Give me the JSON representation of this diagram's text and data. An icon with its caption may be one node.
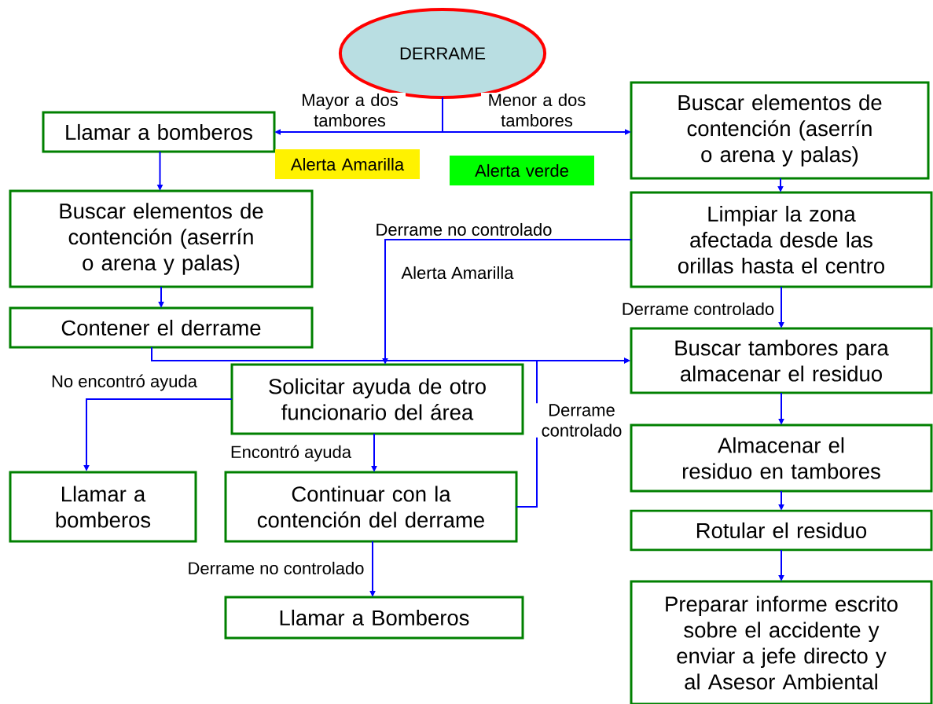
{
  "diagram": {
    "nodes": [
      {
        "text": [
          "DERRAME"
        ]
      },
      {
        "text": [
          "Llamar a bomberos"
        ]
      },
      {
        "text": [
          "Buscar elementos de contención (aserrín o arena y palas)"
        ]
      },
      {
        "text": [
          "Alerta Amarilla"
        ]
      },
      {
        "text": [
          "Alerta verde"
        ]
      },
      {
        "text": [
          "Buscar elementos de contención (aserrín o arena y palas)"
        ]
      },
      {
        "text": [
          "Limpiar la zona afectada desde las orillas hasta el centro"
        ]
      },
      {
        "text": [
          "Contener el derrame"
        ]
      },
      {
        "text": [
          "Buscar tambores para almacenar el residuo"
        ]
      },
      {
        "text": [
          "Solicitar ayuda de otro funcionario del área"
        ]
      },
      {
        "text": [
          "Almacenar el residuo en tambores"
        ]
      },
      {
        "text": [
          "Llamar a bomberos"
        ]
      },
      {
        "text": [
          "Continuar con la contención del derrame"
        ]
      },
      {
        "text": [
          "Rotular el residuo"
        ]
      },
      {
        "text": [
          "Llamar a Bomberos"
        ]
      },
      {
        "text": [
          "Preparar informe escrito sobre el accidente y enviar a jefe directo y al Asesor Ambiental"
        ]
      }
    ],
    "edges": [
      {
        "from": 0,
        "to": 1,
        "arrow": "to",
        "label": "Mayor a dos tambores"
      },
      {
        "from": 0,
        "to": 2,
        "arrow": "to",
        "label": "Menor a dos tambores"
      },
      {
        "from": 1,
        "to": 5,
        "arrow": "to"
      },
      {
        "from": 2,
        "to": 6,
        "arrow": "to"
      },
      {
        "from": 5,
        "to": 7,
        "arrow": "to"
      },
      {
        "from": 6,
        "to": 9,
        "arrow": "to",
        "label": "Derrame no controlado"
      },
      {
        "from": 6,
        "to": 8,
        "arrow": "to",
        "label": "Derrame controlado"
      },
      {
        "from": 7,
        "to": 8,
        "arrow": "to"
      },
      {
        "from": 9,
        "to": 11,
        "arrow": "to",
        "label": "No encontró ayuda"
      },
      {
        "from": 9,
        "to": 12,
        "arrow": "to",
        "label": "Encontró ayuda"
      },
      {
        "from": 12,
        "to": 8,
        "arrow": "to",
        "label": "Derrame controlado"
      },
      {
        "from": 12,
        "to": 14,
        "arrow": "to",
        "label": "Derrame no controlado"
      },
      {
        "from": 8,
        "to": 10,
        "arrow": "to"
      },
      {
        "from": 10,
        "to": 13,
        "arrow": "to"
      },
      {
        "from": 13,
        "to": 15,
        "arrow": "to"
      }
    ],
    "labels": [
      "Alerta Amarilla"
    ]
  }
}
